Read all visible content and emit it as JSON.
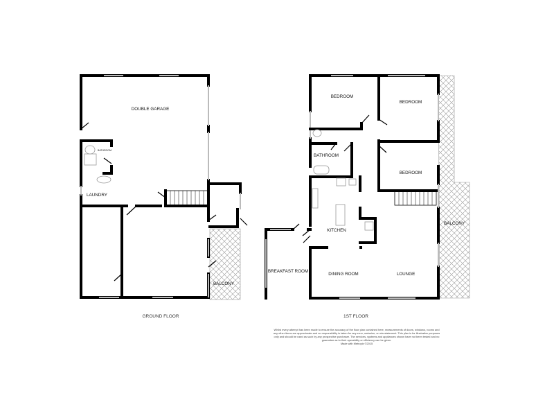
{
  "ground_floor": {
    "caption": "GROUND FLOOR",
    "rooms": [
      "DOUBLE GARAGE",
      "BATHROOM",
      "LAUNDRY",
      "BALCONY"
    ]
  },
  "first_floor": {
    "caption": "1ST FLOOR",
    "rooms": [
      "BEDROOM",
      "BEDROOM",
      "BEDROOM",
      "BATHROOM",
      "KITCHEN",
      "BREAKFAST ROOM",
      "DINING ROOM",
      "LOUNGE",
      "BALCONY"
    ]
  },
  "disclaimer": "Whilst every attempt has been made to ensure the accuracy of the floor plan contained here, measurements of doors, windows, rooms and any other items are approximate and no responsibility is taken for any error, omission, or mis-statement. This plan is for illustrative purposes only and should be used as such by any prospective purchaser. The services, systems and appliances shown have not been tested and no guarantee as to their operability or efficiency can be given.",
  "credit": "Made with Metropix ©2015"
}
